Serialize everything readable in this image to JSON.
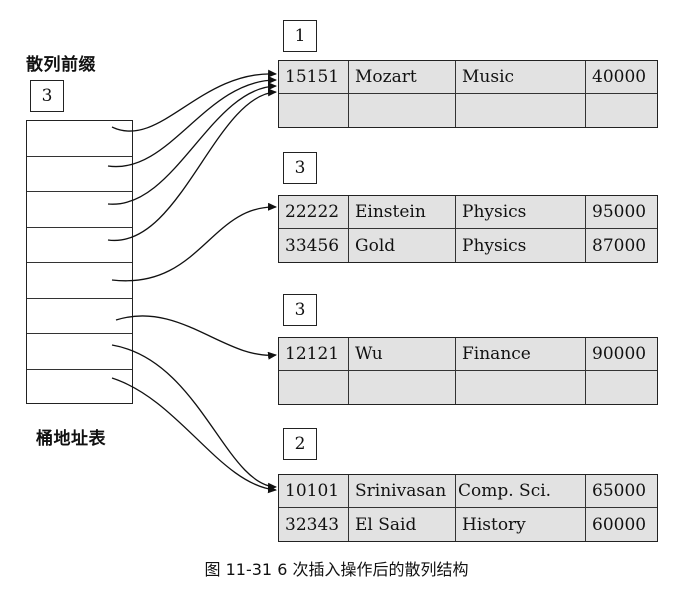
{
  "directory": {
    "title": "散列前缀",
    "global_depth": "3",
    "label": "桶地址表",
    "slot_count": 8
  },
  "buckets": [
    {
      "local_depth": "1",
      "rows": [
        [
          "15151",
          "Mozart",
          "Music",
          "40000"
        ],
        [
          "",
          "",
          "",
          ""
        ]
      ]
    },
    {
      "local_depth": "3",
      "rows": [
        [
          "22222",
          "Einstein",
          "Physics",
          "95000"
        ],
        [
          "33456",
          "Gold",
          "Physics",
          "87000"
        ]
      ]
    },
    {
      "local_depth": "3",
      "rows": [
        [
          "12121",
          "Wu",
          "Finance",
          "90000"
        ],
        [
          "",
          "",
          "",
          ""
        ]
      ]
    },
    {
      "local_depth": "2",
      "rows": [
        [
          "10101",
          "Srinivasan",
          "Comp. Sci.",
          "65000"
        ],
        [
          "32343",
          "El Said",
          "History",
          "60000"
        ]
      ]
    }
  ],
  "caption": "图 11-31   6 次插入操作后的散列结构"
}
